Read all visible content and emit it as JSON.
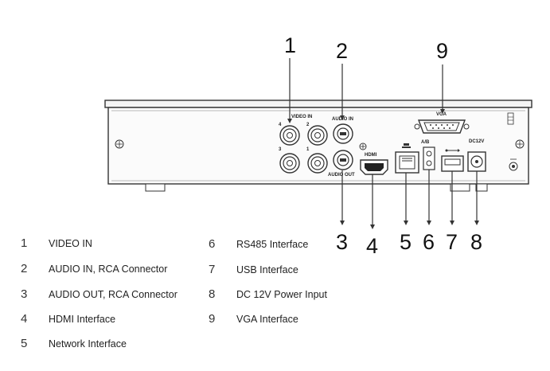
{
  "callouts": {
    "c1": "1",
    "c2": "2",
    "c9": "9",
    "c3": "3",
    "c4": "4",
    "c5": "5",
    "c6": "6",
    "c7": "7",
    "c8": "8"
  },
  "panel_labels": {
    "video_in": "VIDEO IN",
    "audio_in": "AUDIO IN",
    "audio_out": "AUDIO OUT",
    "hdmi": "HDMI",
    "vga": "VGA",
    "ab": "A/B",
    "dc12v": "DC12V",
    "ch1": "1",
    "ch2": "2",
    "ch3": "3",
    "ch4": "4"
  },
  "legend": [
    {
      "num": "1",
      "text": "VIDEO IN"
    },
    {
      "num": "2",
      "text": "AUDIO IN, RCA Connector"
    },
    {
      "num": "3",
      "text": "AUDIO OUT, RCA Connector"
    },
    {
      "num": "4",
      "text": "HDMI Interface"
    },
    {
      "num": "5",
      "text": "Network Interface"
    },
    {
      "num": "6",
      "text": "RS485 Interface"
    },
    {
      "num": "7",
      "text": "USB Interface"
    },
    {
      "num": "8",
      "text": "DC 12V Power Input"
    },
    {
      "num": "9",
      "text": "VGA Interface"
    }
  ]
}
